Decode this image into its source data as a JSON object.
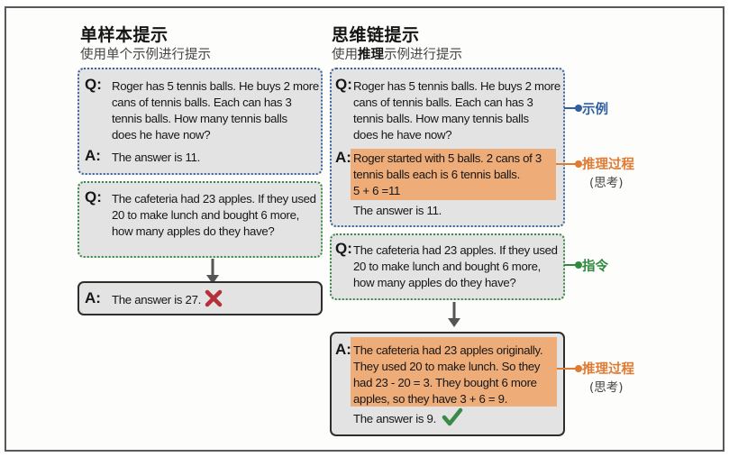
{
  "left_column": {
    "title": "单样本提示",
    "subtitle": "使用单个示例进行提示",
    "example_box": {
      "q_label": "Q:",
      "q_lines": [
        "Roger has 5 tennis balls. He buys 2 more",
        "cans of tennis balls. Each can has 3",
        "tennis balls. How many tennis balls",
        "does he have now?"
      ],
      "a_label": "A:",
      "a_text": "The answer is 11."
    },
    "instruction_box": {
      "q_label": "Q:",
      "q_lines": [
        "The cafeteria had 23 apples. If they used",
        "20 to make lunch and bought 6 more,",
        "how many apples do they have?"
      ]
    },
    "output_box": {
      "a_label": "A:",
      "a_text": "The answer is 27.",
      "result_icon": "cross-icon",
      "result_color": "#b5303a"
    }
  },
  "right_column": {
    "title": "思维链提示",
    "subtitle_pre": "使用",
    "subtitle_bold": "推理",
    "subtitle_post": "示例进行提示",
    "example_box": {
      "q_label": "Q:",
      "q_lines": [
        "Roger has 5 tennis balls. He buys 2 more",
        "cans of tennis balls. Each can has 3",
        "tennis balls. How many tennis balls",
        "does he have now?"
      ],
      "a_label": "A:",
      "reasoning_lines": [
        "Roger started with 5 balls. 2 cans of 3",
        "tennis balls each is 6 tennis balls.",
        "5 + 6 =11"
      ],
      "answer_text": "The answer is 11."
    },
    "instruction_box": {
      "q_label": "Q:",
      "q_lines": [
        "The cafeteria had 23 apples. If they used",
        "20 to make lunch and bought 6 more,",
        "how many apples do they have?"
      ]
    },
    "output_box": {
      "a_label": "A:",
      "reasoning_lines": [
        "The cafeteria had 23 apples originally.",
        "They used 20 to make lunch. So they",
        "had 23 - 20 = 3. They bought 6 more",
        "apples, so they have 3 + 6 = 9."
      ],
      "answer_text": "The answer is 9.",
      "result_icon": "checkmark-icon",
      "result_color": "#3a8a47"
    }
  },
  "callouts": {
    "example": {
      "label": "示例",
      "color": "#2f5f9e"
    },
    "reasoning_1": {
      "label": "推理过程",
      "sub": "(思考)",
      "color": "#e07b33"
    },
    "instruction": {
      "label": "指令",
      "color": "#2f8a3f"
    },
    "reasoning_2": {
      "label": "推理过程",
      "sub": "(思考)",
      "color": "#e07b33"
    }
  },
  "colors": {
    "box_fill": "#e3e3e3",
    "highlight": "#eeac78",
    "example_border": "#3a63a0",
    "instruction_border": "#3a8a47"
  }
}
